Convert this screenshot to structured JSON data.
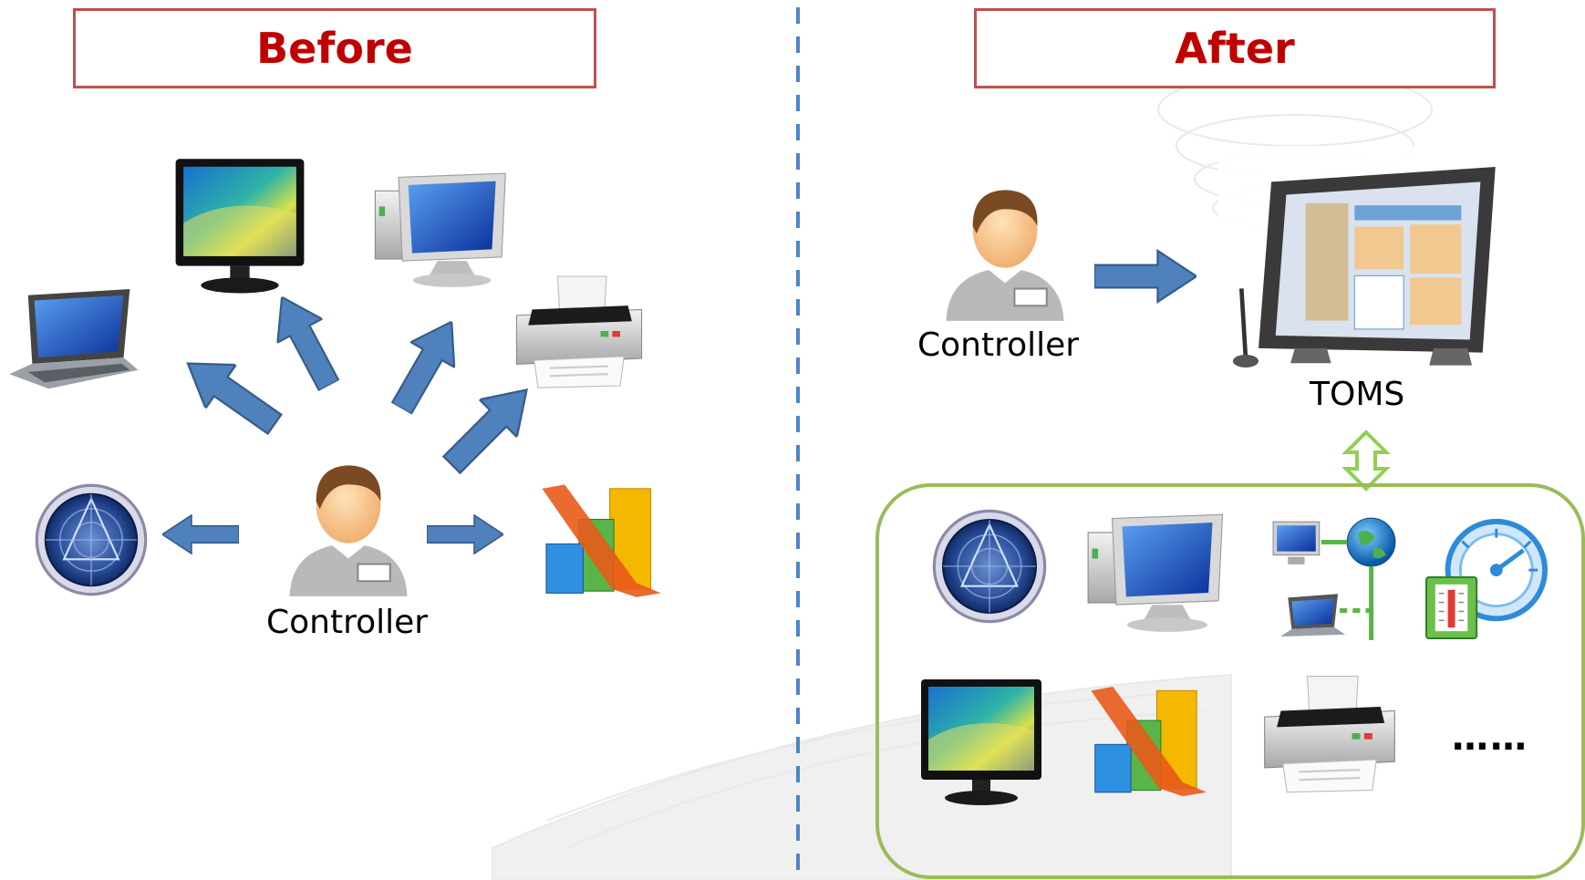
{
  "before": {
    "title": "Before",
    "controller_label": "Controller"
  },
  "after": {
    "title": "After",
    "controller_label": "Controller",
    "system_label": "TOMS",
    "more_label": "……"
  },
  "colors": {
    "title_border": "#c0504d",
    "title_text": "#c00000",
    "divider": "#4a86c8",
    "arrow": "#4f81bd",
    "group_border": "#9bbb59",
    "link": "#92d050"
  },
  "icons": [
    "laptop-icon",
    "monitor-icon",
    "desktop-computer-icon",
    "printer-icon",
    "radar-icon",
    "chart-icon",
    "person-icon",
    "pen-tablet-icon",
    "network-icon",
    "gauge-thermometer-icon"
  ]
}
